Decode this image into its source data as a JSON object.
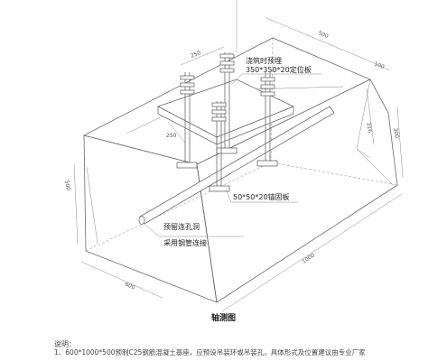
{
  "labels": {
    "plate_top_1": "浇筑时预埋",
    "plate_top_2": "350*350*20定位板",
    "anchor_plate": "50*50*20锚固板",
    "hole_1": "预留连孔洞",
    "hole_2": "采用钢管连接"
  },
  "dimensions": {
    "top_length": "500",
    "top_right": "100",
    "bolt_spacing_top": "250",
    "bolt_spacing_left": "250",
    "depth_316": "316",
    "height_300": "300",
    "height_500": "500",
    "width_600": "600",
    "length_1000": "1000"
  },
  "caption": "轴测图",
  "notes": {
    "heading": "说明：",
    "items": [
      "1、600*1000*500预制C25钢筋混凝土基座，应预设吊装环或吊装孔，具体形式及位置建议由专业厂家"
    ]
  }
}
